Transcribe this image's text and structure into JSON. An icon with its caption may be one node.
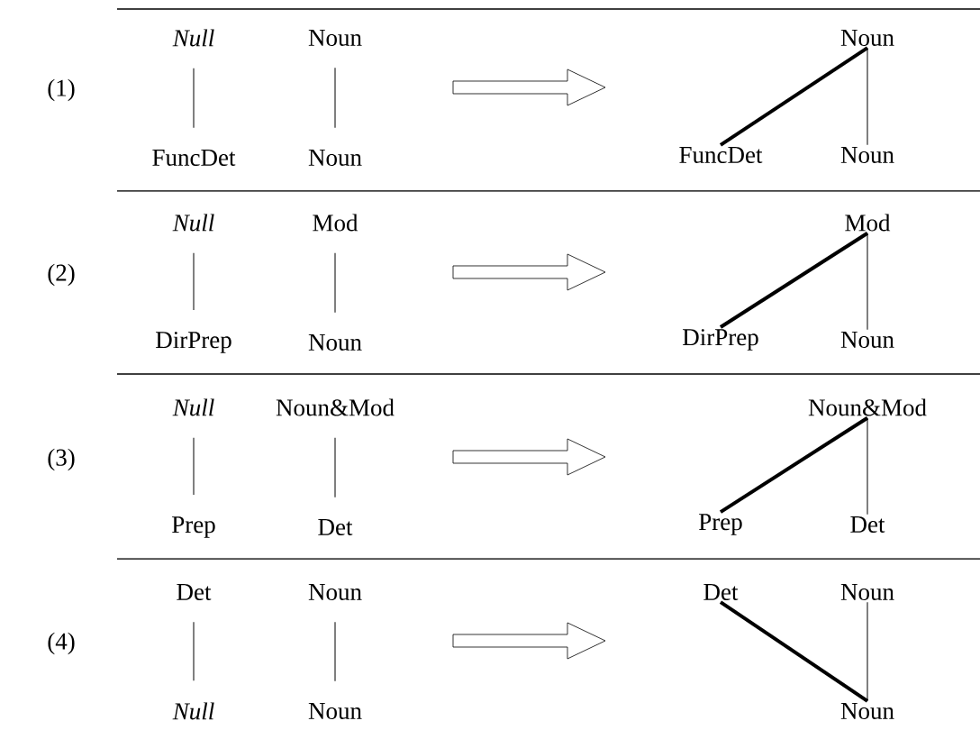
{
  "diagram": {
    "nodes": [
      {
        "text": [
          "Null"
        ]
      },
      {
        "text": [
          "Noun"
        ]
      },
      {
        "text": [
          "FuncDet"
        ]
      },
      {
        "text": [
          "Noun"
        ]
      },
      {
        "text": [
          "Noun"
        ]
      },
      {
        "text": [
          "FuncDet"
        ]
      },
      {
        "text": [
          "Noun"
        ]
      },
      {
        "text": [
          "Null"
        ]
      },
      {
        "text": [
          "Mod"
        ]
      },
      {
        "text": [
          "DirPrep"
        ]
      },
      {
        "text": [
          "Noun"
        ]
      },
      {
        "text": [
          "Mod"
        ]
      },
      {
        "text": [
          "DirPrep"
        ]
      },
      {
        "text": [
          "Noun"
        ]
      },
      {
        "text": [
          "Null"
        ]
      },
      {
        "text": [
          "Noun&Mod"
        ]
      },
      {
        "text": [
          "Prep"
        ]
      },
      {
        "text": [
          "Det"
        ]
      },
      {
        "text": [
          "Noun&Mod"
        ]
      },
      {
        "text": [
          "Prep"
        ]
      },
      {
        "text": [
          "Det"
        ]
      },
      {
        "text": [
          "Det"
        ]
      },
      {
        "text": [
          "Noun"
        ]
      },
      {
        "text": [
          "Null"
        ]
      },
      {
        "text": [
          "Noun"
        ]
      },
      {
        "text": [
          "Det"
        ]
      },
      {
        "text": [
          "Noun"
        ]
      },
      {
        "text": [
          "Noun"
        ]
      }
    ],
    "edges": [
      {
        "from": 0,
        "to": 2,
        "arrow": "none"
      },
      {
        "from": 1,
        "to": 3,
        "arrow": "none"
      },
      {
        "from": 5,
        "to": 4,
        "arrow": "none",
        "style": "thick"
      },
      {
        "from": 4,
        "to": 6,
        "arrow": "none"
      },
      {
        "from": 7,
        "to": 9,
        "arrow": "none"
      },
      {
        "from": 8,
        "to": 10,
        "arrow": "none"
      },
      {
        "from": 12,
        "to": 11,
        "arrow": "none",
        "style": "thick"
      },
      {
        "from": 11,
        "to": 13,
        "arrow": "none"
      },
      {
        "from": 14,
        "to": 16,
        "arrow": "none"
      },
      {
        "from": 15,
        "to": 17,
        "arrow": "none"
      },
      {
        "from": 19,
        "to": 18,
        "arrow": "none",
        "style": "thick"
      },
      {
        "from": 18,
        "to": 20,
        "arrow": "none"
      },
      {
        "from": 21,
        "to": 23,
        "arrow": "none"
      },
      {
        "from": 22,
        "to": 24,
        "arrow": "none"
      },
      {
        "from": 25,
        "to": 27,
        "arrow": "none",
        "style": "thick"
      },
      {
        "from": 26,
        "to": 27,
        "arrow": "none"
      }
    ],
    "labels": [
      "(1)",
      "(2)",
      "(3)",
      "(4)"
    ]
  }
}
